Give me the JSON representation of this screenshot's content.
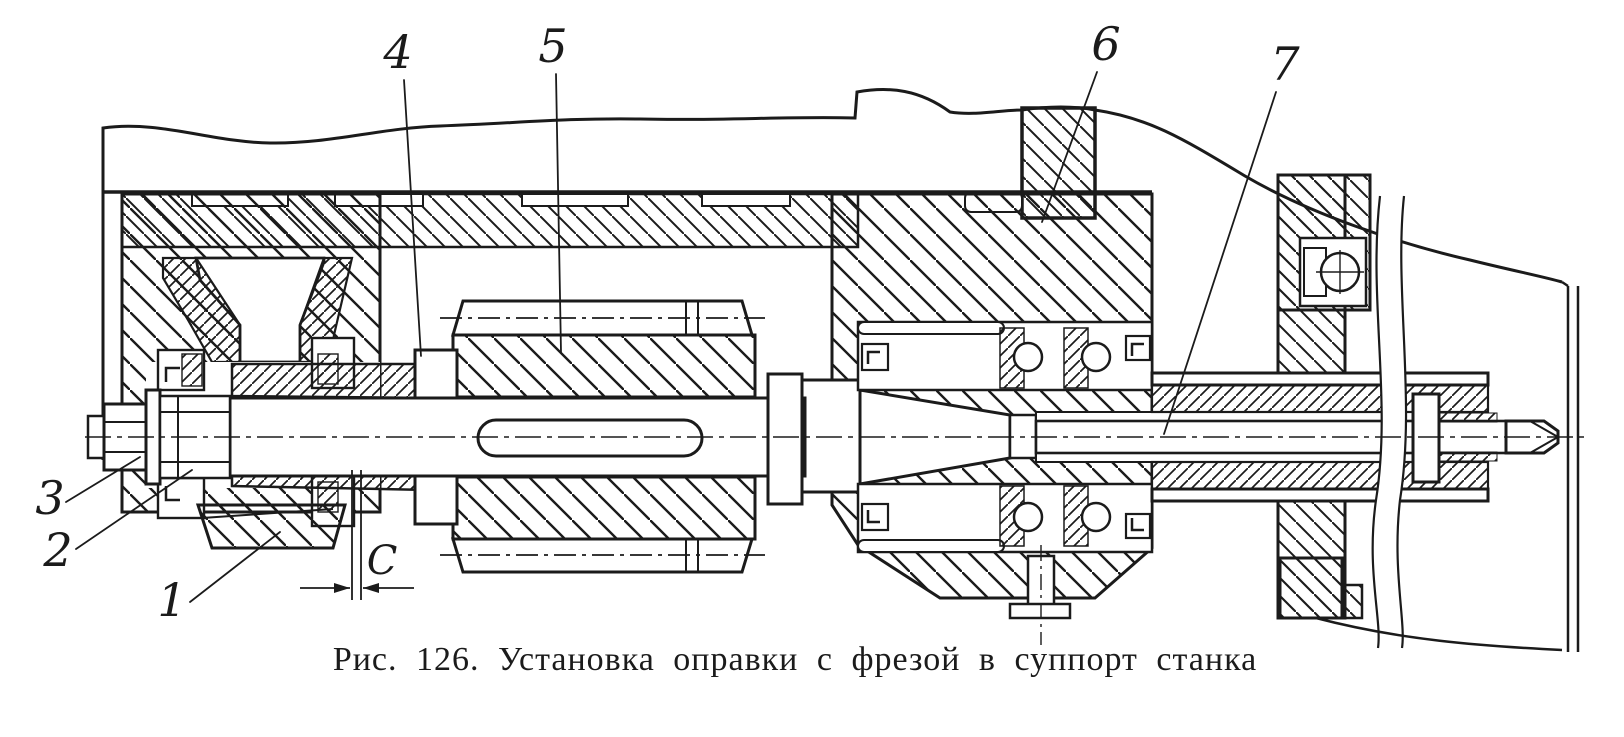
{
  "figure": {
    "caption": "Рис. 126. Установка оправки с фрезой в суппорт станка",
    "dimension_label": "C",
    "callouts": [
      {
        "label": "1"
      },
      {
        "label": "2"
      },
      {
        "label": "3"
      },
      {
        "label": "4"
      },
      {
        "label": "5"
      },
      {
        "label": "6"
      },
      {
        "label": "7"
      }
    ],
    "colors": {
      "ink": "#1b1b1b",
      "paper": "#ffffff"
    }
  }
}
